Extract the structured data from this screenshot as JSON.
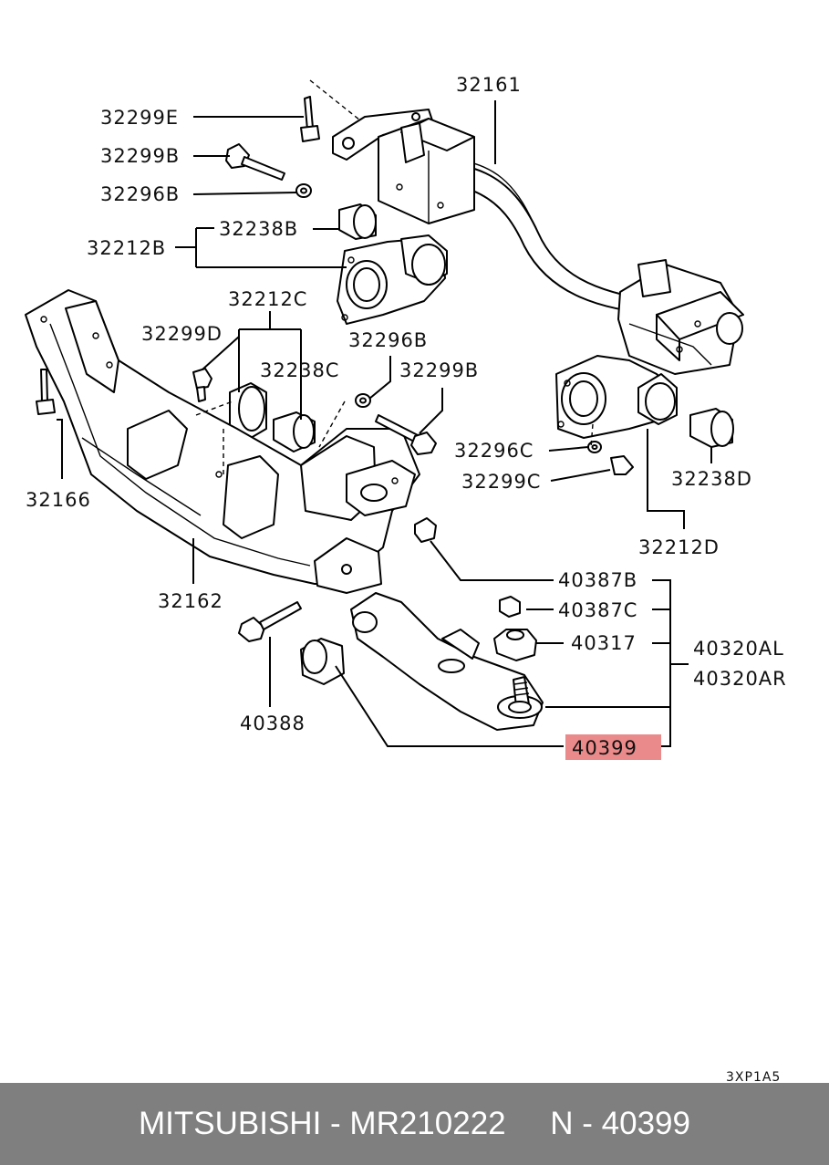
{
  "callouts": {
    "c32161": "32161",
    "c32299E": "32299E",
    "c32299B_top": "32299B",
    "c32296B_top": "32296B",
    "c32238B": "32238B",
    "c32212B": "32212B",
    "c32212C": "32212C",
    "c32299D": "32299D",
    "c32296B_mid": "32296B",
    "c32238C": "32238C",
    "c32299B_mid": "32299B",
    "c32166": "32166",
    "c32296C": "32296C",
    "c32299C": "32299C",
    "c32238D": "32238D",
    "c32212D": "32212D",
    "c32162": "32162",
    "c40387B": "40387B",
    "c40387C": "40387C",
    "c40317": "40317",
    "c40320AL": "40320AL",
    "c40320AR": "40320AR",
    "c40388": "40388",
    "c40399": "40399"
  },
  "highlight_color": "#ea8a8a",
  "drawing_code": "3XP1A5",
  "footer": {
    "text": "MITSUBISHI - MR210222     N - 40399",
    "background": "#7f7f7f",
    "text_color": "#ffffff"
  }
}
